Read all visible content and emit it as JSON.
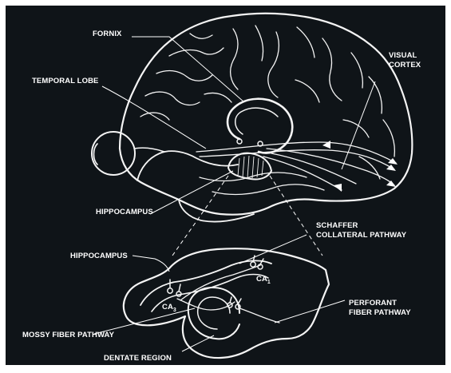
{
  "colors": {
    "background": "#0f1418",
    "frame": "#ffffff",
    "line": "#f4f4f4"
  },
  "labels": {
    "fornix": "FORNIX",
    "temporal_lobe": "TEMPORAL LOBE",
    "visual_cortex_1": "VISUAL",
    "visual_cortex_2": "CORTEX",
    "hippocampus_top": "HIPPOCAMPUS",
    "schaffer_1": "SCHAFFER",
    "schaffer_2": "COLLATERAL PATHWAY",
    "hippocampus_bottom": "HIPPOCAMPUS",
    "ca3_main": "CA",
    "ca3_sub": "3",
    "ca1_main": "CA",
    "ca1_sub": "1",
    "perforant_1": "PERFORANT",
    "perforant_2": "FIBER PATHWAY",
    "mossy": "MOSSY FIBER PATHWAY",
    "dentate": "DENTATE REGION"
  }
}
